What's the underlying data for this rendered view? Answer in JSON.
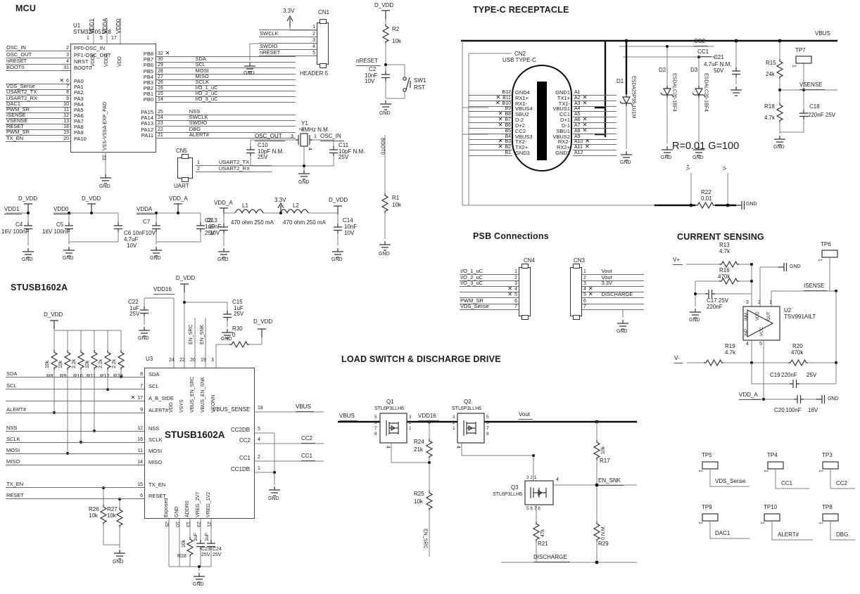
{
  "meta": {
    "bg": "#ffffff",
    "ink": "#1c1c1c",
    "wire_gray": "#7d7d7d",
    "wire_black": "#0f0f0f"
  },
  "titles": {
    "mcu": "MCU",
    "typec": "TYPE-C RECEPTACLE",
    "stusb": "STUSB1602A",
    "psb": "PSB Connections",
    "current": "CURRENT SENSING",
    "load": "LOAD SWITCH & DISCHARGE DRIVE"
  },
  "mcu": {
    "u1": {
      "ref": "U1",
      "part": "STM32F051K8",
      "exp_pad": "VSS-VSSA-EXP_PAD",
      "exp_pin": "33",
      "gnd": "GND",
      "part_big": "STUSB1602A"
    },
    "top_pins": [
      {
        "net": "VDD1",
        "num": "1",
        "name": "VDD1"
      },
      {
        "net": "VDDA",
        "num": "5",
        "name": "VDDA"
      },
      {
        "net": "VDD0",
        "num": "17",
        "name": "VDD"
      }
    ],
    "left_a": [
      {
        "net": "OSC_IN",
        "num": "2",
        "name": "PF0-OSC_IN"
      },
      {
        "net": "OSC_OUT",
        "num": "3",
        "name": "PF1-OSC_OUT"
      },
      {
        "net": "nRESET",
        "num": "4",
        "name": "NRST"
      },
      {
        "net": "BOOT0",
        "num": "31",
        "name": "BOOT0"
      }
    ],
    "left_b": [
      {
        "net": "",
        "num": "6",
        "name": "PA0",
        "nc": true
      },
      {
        "net": "VDS_Sense",
        "num": "7",
        "name": "PA1"
      },
      {
        "net": "USART2_TX",
        "num": "8",
        "name": "PA2"
      },
      {
        "net": "USART2_RX",
        "num": "9",
        "name": "PA3"
      },
      {
        "net": "DAC1",
        "num": "10",
        "name": "PA4"
      },
      {
        "net": "PWM_SR",
        "num": "11",
        "name": "PA5"
      },
      {
        "net": "ISENSE",
        "num": "12",
        "name": "PA6"
      },
      {
        "net": "VSENSE",
        "num": "13",
        "name": "PA7"
      },
      {
        "net": "RESET",
        "num": "18",
        "name": "PA8"
      },
      {
        "net": "PWM_SR",
        "num": "19",
        "name": "PA9"
      },
      {
        "net": "TX_EN",
        "num": "20",
        "name": "PA10"
      }
    ],
    "right_a": [
      {
        "name": "PB8",
        "num": "32",
        "net": "",
        "nc": true
      },
      {
        "name": "PB7",
        "num": "30",
        "net": "SDA"
      },
      {
        "name": "PB6",
        "num": "29",
        "net": "SCL"
      },
      {
        "name": "PB5",
        "num": "28",
        "net": "MOSI"
      },
      {
        "name": "PB4",
        "num": "27",
        "net": "MISO"
      },
      {
        "name": "PB3",
        "num": "26",
        "net": "SCLK"
      },
      {
        "name": "PB2",
        "num": "16",
        "net": "I/O_1_uC"
      },
      {
        "name": "PB1",
        "num": "15",
        "net": "I/O_2_uC"
      },
      {
        "name": "PB0",
        "num": "14",
        "net": "I/O_3_uC"
      }
    ],
    "right_b": [
      {
        "name": "PA15",
        "num": "25",
        "net": "NSS"
      },
      {
        "name": "PA14",
        "num": "24",
        "net": "SWCLK"
      },
      {
        "name": "PA13",
        "num": "23",
        "net": "SWDIO"
      },
      {
        "name": "PA12",
        "num": "22",
        "net": "DBG"
      },
      {
        "name": "PA11",
        "num": "21",
        "net": "ALERT#"
      }
    ]
  },
  "cn5": {
    "ref": "CN5",
    "type": "UART",
    "pins": [
      {
        "num": "1",
        "net": "USART2_TX"
      },
      {
        "num": "2",
        "net": "USART2_RX"
      }
    ]
  },
  "cn1": {
    "ref": "CN1",
    "type": "HEADER 5",
    "rail": "3.3V",
    "gnd": "GND",
    "pins": [
      {
        "num": "1",
        "net": ""
      },
      {
        "num": "2",
        "net": "SWCLK"
      },
      {
        "num": "3",
        "net": ""
      },
      {
        "num": "4",
        "net": "SWDIO"
      },
      {
        "num": "5",
        "net": "nRESET"
      }
    ]
  },
  "reset": {
    "rail": "D_VDD",
    "r2": "R2",
    "r2v": "10k",
    "net": "nRESET",
    "c2": "C2",
    "c2v": "10nF",
    "c2volt": "10V",
    "sw": "SW1",
    "swv": "RST",
    "gnd": "GND"
  },
  "xtal": {
    "ref": "Y1",
    "val": "8MHz N.M.",
    "p3": "3",
    "p1": "1",
    "p2": "2",
    "p4": "4",
    "left": "OSC_OUT",
    "right": "OSC_IN",
    "c10": "C10",
    "c10v": "10pF N.M.",
    "c10volt": "25V",
    "c11": "C11",
    "c11v": "10pF N.M.",
    "c11volt": "25V",
    "gnd": "GND"
  },
  "boot": {
    "net": "BOOT0",
    "r1": "R1",
    "r1v": "10k",
    "gnd": "GND"
  },
  "rails": {
    "g1": {
      "rail": "D_VDD",
      "net": "VDD1",
      "c4": "C4",
      "c4v": "16V 100nF",
      "gnd": "GND"
    },
    "g2": {
      "rail": "D_VDD",
      "net": "VDD0",
      "c5": "C5",
      "c5v": "16V 100nF",
      "c6": "C6 10nF10V",
      "c6v": "4.7uF",
      "c6volt": "10V",
      "gnd": "GND"
    },
    "g3": {
      "rail": "VDD_A",
      "net": "VDDA",
      "c7": "C7",
      "c8": "C8",
      "c8v": "1uF",
      "c8volt": "25V",
      "gnd": "GND"
    },
    "g4": {
      "rail": "VDD_A",
      "mid": "3.3V",
      "rail2": "D_VDD",
      "c13": "C13",
      "c13v": "10nF",
      "c13volt": "10V",
      "l1": "L1",
      "l1v": "470 ohm 250 mA",
      "l2": "L2",
      "l2v": "470 ohm 250 mA",
      "c14": "C14",
      "c14v": "10nF",
      "c14volt": "10V",
      "gnd": "GND"
    }
  },
  "stusb": {
    "u3": {
      "ref": "U3",
      "part": "STUSB1602A"
    },
    "rail": "D_VDD",
    "vdd16": "VDD16",
    "gnd": "GND",
    "pullups": [
      {
        "ref": "R8",
        "val": "10k"
      },
      {
        "ref": "R9",
        "val": "10k"
      },
      {
        "ref": "R10",
        "val": "2.2k"
      },
      {
        "ref": "R11",
        "val": "10k"
      },
      {
        "ref": "R12",
        "val": "2.2k"
      },
      {
        "ref": "R23",
        "val": "2.2k"
      }
    ],
    "c22": "C22",
    "c22v": "1uF",
    "c22volt": "25V",
    "c15": "C15",
    "c15v": "1uF",
    "c15volt": "25V",
    "r30": "R30",
    "r30v": "0",
    "en_src": "EN_SRC",
    "en_snk": "EN_SNK",
    "top_pins": [
      {
        "num": "24",
        "name": "VDD"
      },
      {
        "num": "22",
        "name": "VSYS"
      },
      {
        "num": "20",
        "name": "VBUS_EN_SRC"
      },
      {
        "num": "19",
        "name": "VBUS_EN_SNK"
      },
      {
        "num": "3",
        "name": "VCONN"
      }
    ],
    "left_1": [
      {
        "net": "SDA",
        "num": "8",
        "name": "SDA"
      },
      {
        "net": "SCL",
        "num": "7",
        "name": "SCL"
      },
      {
        "net": "",
        "num": "17",
        "name": "A_B_SIDE",
        "nc": true
      },
      {
        "net": "ALERT#",
        "num": "9",
        "name": "ALERT#"
      }
    ],
    "left_2": [
      {
        "net": "NSS",
        "num": "12",
        "name": "NSS"
      },
      {
        "net": "SCLK",
        "num": "16",
        "name": "SCLK"
      },
      {
        "net": "MOSI",
        "num": "11",
        "name": "MOSI"
      },
      {
        "net": "MISO",
        "num": "14",
        "name": "MISO"
      }
    ],
    "left_3": [
      {
        "net": "TX_EN",
        "num": "15",
        "name": "TX_EN"
      },
      {
        "net": "RESET",
        "num": "6",
        "name": "RESET"
      }
    ],
    "right_pins": {
      "vbus_sense": "VBUS_SENSE",
      "n18": "18",
      "vbus": "VBUS",
      "cc2db": "CC2DB",
      "n5": "5",
      "cc2": "CC2",
      "n4": "4",
      "cc2net": "CC2",
      "cc1": "CC1",
      "n2": "2",
      "cc1net": "CC1",
      "cc1db": "CC1DB",
      "n1": "1"
    },
    "bottom_pins": [
      {
        "num": "25",
        "name": "Exposed"
      },
      {
        "num": "10",
        "name": "GND"
      },
      {
        "num": "13",
        "name": "ADDR0"
      },
      {
        "num": "23",
        "name": "VREG_2V7"
      },
      {
        "num": "21",
        "name": "VREG_1V2"
      }
    ],
    "r26": "R26",
    "r26v": "10k",
    "r27": "R27",
    "r27v": "10k",
    "r28": "R28",
    "r28v": "10k",
    "c23": "C23",
    "c23v": "1uF",
    "c23volt": "25V",
    "c24": "C24",
    "c24v": "1uF",
    "c24volt": "25V"
  },
  "typec": {
    "cn2": {
      "ref": "CN2",
      "type": "USB TYPE-C"
    },
    "vbus": "VBUS",
    "cc2": "CC2",
    "cc1": "CC1",
    "gnd": "GND",
    "b_pins": [
      {
        "num": "B12",
        "name": "GND4"
      },
      {
        "num": "B11",
        "name": "RX1+",
        "nc": true
      },
      {
        "num": "B10",
        "name": "RX1-",
        "nc": true
      },
      {
        "num": "B9",
        "name": "VBUS4"
      },
      {
        "num": "B8",
        "name": "SBU2",
        "nc": true
      },
      {
        "num": "B7",
        "name": "D-2",
        "nc": true
      },
      {
        "num": "B6",
        "name": "D+2",
        "nc": true
      },
      {
        "num": "B5",
        "name": "CC2"
      },
      {
        "num": "B4",
        "name": "VBUS3"
      },
      {
        "num": "B3",
        "name": "TX2-",
        "nc": true
      },
      {
        "num": "B2",
        "name": "TX2+",
        "nc": true
      },
      {
        "num": "B1",
        "name": "GND3"
      }
    ],
    "a_pins": [
      {
        "num": "A1",
        "name": "GND1"
      },
      {
        "num": "A2",
        "name": "TX1+",
        "nc": true
      },
      {
        "num": "A3",
        "name": "TX1-",
        "nc": true
      },
      {
        "num": "A4",
        "name": "VBUS1"
      },
      {
        "num": "A5",
        "name": "CC1"
      },
      {
        "num": "A6",
        "name": "D+1",
        "nc": true
      },
      {
        "num": "A7",
        "name": "D-1",
        "nc": true
      },
      {
        "num": "A8",
        "name": "SBU1",
        "nc": true
      },
      {
        "num": "A9",
        "name": "VBUS2"
      },
      {
        "num": "A10",
        "name": "RX2-",
        "nc": true
      },
      {
        "num": "A11",
        "name": "RX2+",
        "nc": true
      },
      {
        "num": "A12",
        "name": "GND2"
      }
    ],
    "d1": "D1",
    "d1p": "ESDA25P35-1U1M",
    "d2": "D2",
    "d2p": "ESDALC20-1BF4",
    "d3": "D3",
    "d3p": "ESDALC20-1BF4",
    "c21": "C21",
    "c21v": "4.7uF N.M.",
    "c21volt": "50V",
    "r15": "R15",
    "r15v": "24k",
    "tp7": "TP7",
    "tp7pin": "1",
    "vsense": "VSENSE",
    "r18": "R18",
    "r18v": "4.7k",
    "c18": "C18",
    "c18v": "220nF  25V",
    "formula": "R=0.01 G=100",
    "vplus": "V+",
    "vminus": "V-",
    "r22": "R22",
    "r22v": "0.01"
  },
  "psb": {
    "cn4": {
      "ref": "CN4",
      "pins": [
        {
          "num": "1",
          "net": "I/O_1_uC"
        },
        {
          "num": "2",
          "net": "I/O_2_uC"
        },
        {
          "num": "3",
          "net": "I/O_3_uC"
        },
        {
          "num": "4",
          "net": "",
          "nc": true
        },
        {
          "num": "5",
          "net": "",
          "nc": true
        },
        {
          "num": "6",
          "net": "PWM_SR"
        },
        {
          "num": "7",
          "net": "VDS_Sense"
        }
      ]
    },
    "cn3": {
      "ref": "CN3",
      "gnd": "GND",
      "pins": [
        {
          "num": "1",
          "net": "Vout"
        },
        {
          "num": "2",
          "net": "Vout"
        },
        {
          "num": "3",
          "net": "3.3V"
        },
        {
          "num": "4",
          "net": "",
          "nc": true
        },
        {
          "num": "5",
          "net": "DISCHARGE",
          "nc": true
        },
        {
          "num": "6",
          "net": ""
        },
        {
          "num": "7",
          "net": ""
        }
      ]
    }
  },
  "current": {
    "vplus": "V+",
    "vminus": "V-",
    "gnd": "GND",
    "vdda": "VDD_A",
    "isense": "ISENSE",
    "r13": "R13",
    "r13v": "4.7k",
    "r16": "R16",
    "r16v": "470k",
    "c17": "C17 25V",
    "c17v": "220nF",
    "u2": "U2",
    "u2p": "TSV991AILT",
    "op": {
      "inp": "INP",
      "inm": "INM",
      "vdd": "VDD",
      "out": "OUT",
      "vcc": "VCC",
      "n1": "1",
      "n2": "2",
      "n3": "3",
      "n4": "4",
      "n5": "5"
    },
    "tp6": "TP6",
    "tp6pin": "1",
    "r19": "R19",
    "r19v": "4.7k",
    "r20": "R20",
    "r20v": "470k",
    "c19": "C19",
    "c19v": "220nF",
    "c19volt": "25V",
    "c20": "C20",
    "c20v": "100nF",
    "c20volt": "16V"
  },
  "load": {
    "vbus": "VBUS",
    "vdd16": "VDD16",
    "vout": "Vout",
    "discharge": "DISCHARGE",
    "en_src": "EN_SRC",
    "en_snk": "EN_SNK",
    "gnd": "GND",
    "q1": {
      "ref": "Q1",
      "part": "STL6P3LLH6",
      "left": "5\n6\n7\n8",
      "right": "3\n2\n1",
      "gate": "4"
    },
    "q2": {
      "ref": "Q2",
      "part": "STL6P3LLH6",
      "left": "3\n2\n1",
      "right": "5\n6\n7\n8",
      "gate": "4"
    },
    "q3": {
      "ref": "Q3",
      "part": "STL6P3LLH6",
      "top": "3 2 1",
      "bottom": "5 6 7 8",
      "gate": "4"
    },
    "r24": "R24",
    "r24v": "21k",
    "r25": "R25",
    "r25v": "10k",
    "r17": "R17",
    "r17v": "10k",
    "r21": "R21",
    "r21v": "47k",
    "r29": "R29",
    "r29v": "0 N.M."
  },
  "testpoints": [
    {
      "ref": "TP5",
      "pin": "1",
      "net": "VDS_Sense"
    },
    {
      "ref": "TP4",
      "pin": "1",
      "net": "CC1"
    },
    {
      "ref": "TP3",
      "pin": "1",
      "net": "CC2"
    },
    {
      "ref": "TP9",
      "pin": "1",
      "net": "DAC1"
    },
    {
      "ref": "TP10",
      "pin": "1",
      "net": "ALERT#"
    },
    {
      "ref": "TP8",
      "pin": "1",
      "net": "DBG"
    }
  ]
}
